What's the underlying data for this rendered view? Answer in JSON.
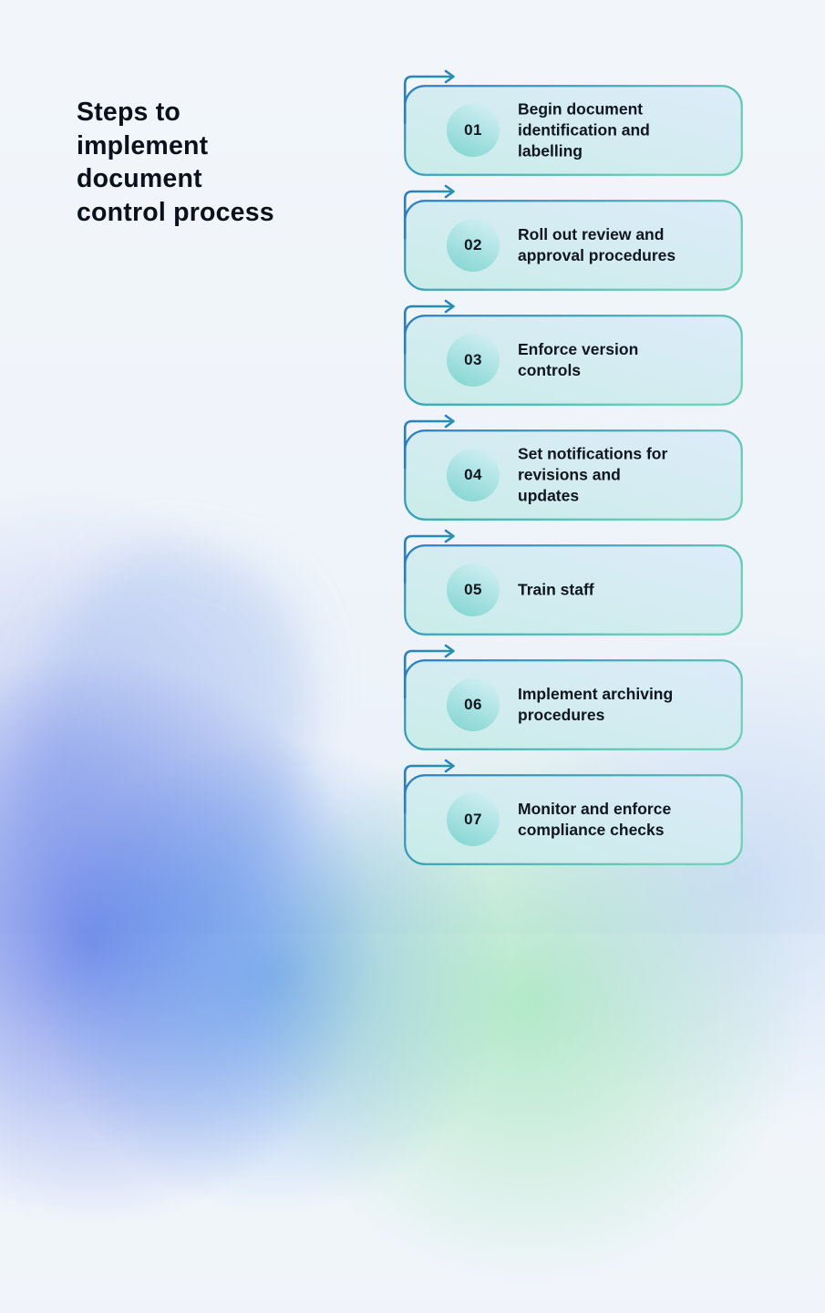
{
  "title": {
    "lines": [
      "Steps to",
      "implement",
      "document",
      "control process"
    ]
  },
  "steps": [
    {
      "number": "01",
      "lines": [
        "Begin document",
        "identification and",
        "labelling"
      ]
    },
    {
      "number": "02",
      "lines": [
        "Roll out review and",
        "approval procedures"
      ]
    },
    {
      "number": "03",
      "lines": [
        "Enforce version",
        "controls"
      ]
    },
    {
      "number": "04",
      "lines": [
        "Set notifications for",
        "revisions and",
        "updates"
      ]
    },
    {
      "number": "05",
      "lines": [
        "Train staff"
      ]
    },
    {
      "number": "06",
      "lines": [
        "Implement archiving",
        "procedures"
      ]
    },
    {
      "number": "07",
      "lines": [
        "Monitor and enforce",
        "compliance checks"
      ]
    }
  ],
  "colors": {
    "title-color": "#0a101c",
    "text-color": "#10161f",
    "border-blue": "#2d7fc0",
    "border-mid": "#3fa9b8",
    "border-teal": "#6dd0b6",
    "arrow-blue": "#2b7fc0",
    "arrow-teal": "#2496ad",
    "badge-light": "#cfeef2",
    "badge-teal": "#86d7d3",
    "fill-teal": "#c8ece8",
    "fill-blue": "#dcebf9",
    "bg-blue-blob": "#5c76e6",
    "bg-green-blob": "#94e2af"
  }
}
